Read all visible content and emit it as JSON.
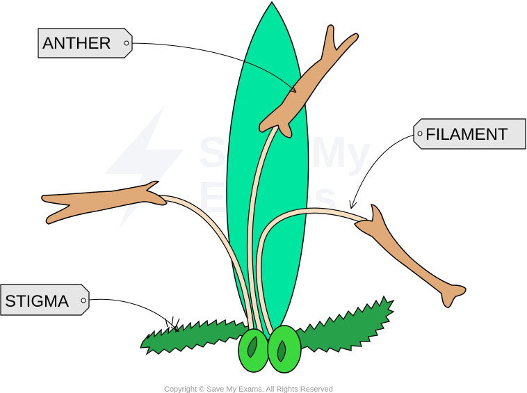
{
  "labels": {
    "anther": "ANTHER",
    "filament": "FILAMENT",
    "stigma": "STIGMA"
  },
  "watermark": {
    "line1": "Save My",
    "line2": "Exams"
  },
  "copyright": "Copyright © Save My Exams. All Rights Reserved",
  "colors": {
    "petal": "#00e6a0",
    "anther": "#e0aa78",
    "filament": "#f6dfc0",
    "stigma": "#27a14a",
    "ovary": "#3cd93e",
    "tag": "#e6e6e6",
    "watermark": "#e9ecf3"
  }
}
